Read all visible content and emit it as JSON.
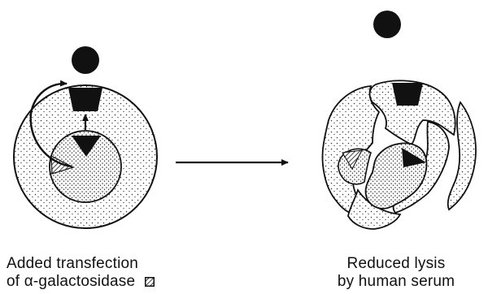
{
  "figure": {
    "left_caption": {
      "line1": "Added transfection",
      "line2": "of α-galactosidase"
    },
    "right_caption": {
      "line1": "Reduced lysis",
      "line2": "by human serum"
    },
    "legend_swatch_icon": "hatched-square",
    "colors": {
      "ink": "#111111",
      "stipple": "#555555",
      "background": "#ffffff"
    }
  }
}
